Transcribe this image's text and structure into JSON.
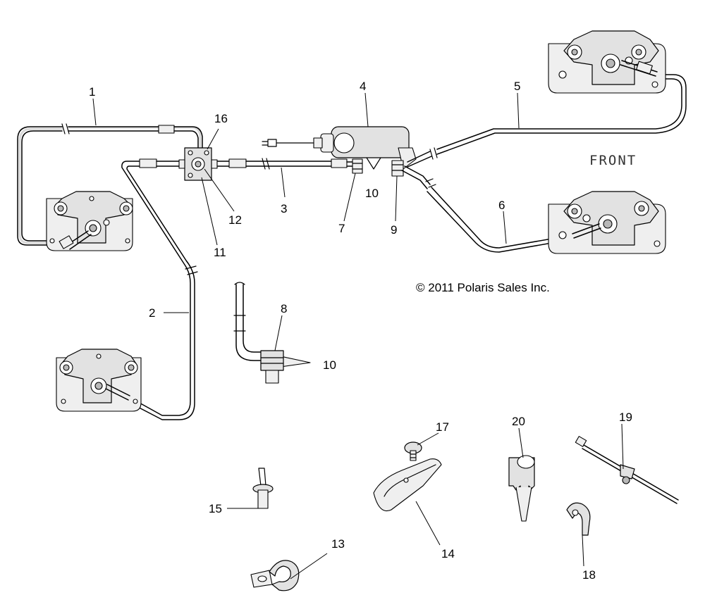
{
  "diagram": {
    "front_label": "FRONT",
    "copyright": "© 2011 Polaris Sales Inc.",
    "callouts": [
      "1",
      "2",
      "3",
      "4",
      "5",
      "6",
      "7",
      "8",
      "9",
      "10",
      "10",
      "11",
      "12",
      "13",
      "14",
      "15",
      "16",
      "17",
      "18",
      "19",
      "20"
    ]
  }
}
